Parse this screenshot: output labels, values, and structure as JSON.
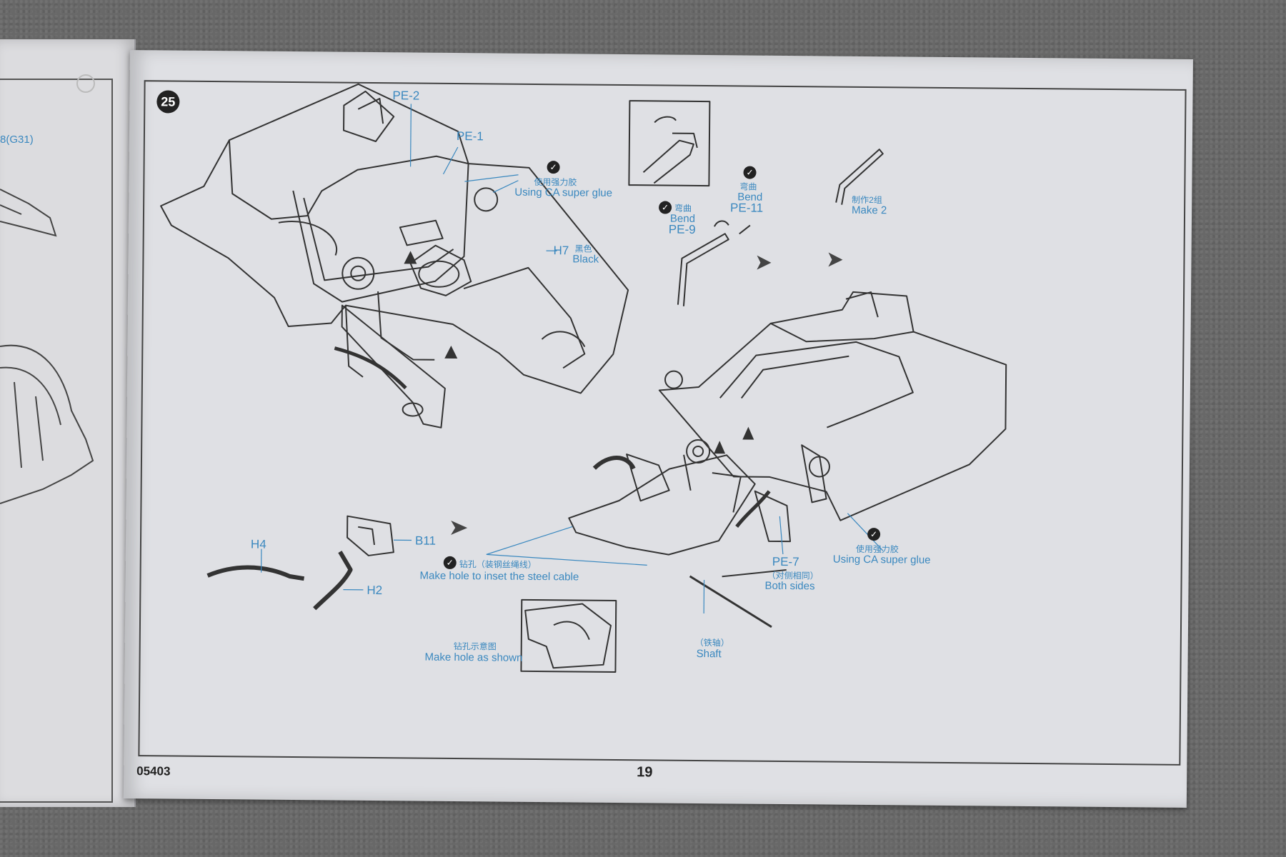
{
  "step": {
    "number": "25"
  },
  "left_page": {
    "fragment_label": "8(G31)"
  },
  "labels": {
    "pe2": "PE-2",
    "pe1": "PE-1",
    "glue_top_cn": "使用强力胶",
    "glue_top_en": "Using CA super glue",
    "h7": "H7",
    "black_cn": "黑色",
    "black_en": "Black",
    "pe9_cn": "弯曲",
    "pe9_bend": "Bend",
    "pe9": "PE-9",
    "pe11_cn": "弯曲",
    "pe11_bend": "Bend",
    "pe11": "PE-11",
    "make2_cn": "制作2组",
    "make2_en": "Make 2",
    "h4": "H4",
    "b11": "B11",
    "h2": "H2",
    "hole_cn": "钻孔（装钢丝绳线）",
    "hole_en": "Make hole to inset the steel cable",
    "pe7": "PE-7",
    "both_cn": "（对侧相同）",
    "both_en": "Both sides",
    "glue_bottom_cn": "使用强力胶",
    "glue_bottom_en": "Using CA super glue",
    "shown_cn": "钻孔示意图",
    "shown_en": "Make hole as shown",
    "shaft_cn": "（铁轴）",
    "shaft_en": "Shaft"
  },
  "footer": {
    "code": "05403",
    "page_number": "19"
  },
  "icons": [
    "tick-icon",
    "step-badge-icon",
    "arrow-right-icon"
  ]
}
